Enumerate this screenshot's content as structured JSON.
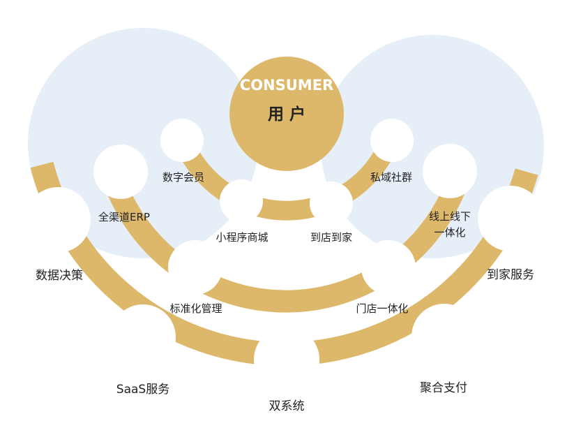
{
  "colors": {
    "background": "#ffffff",
    "bubble": "#e6eef8",
    "gold": "#ddb86a",
    "circle": "#ffffff",
    "text": "#222222",
    "center_text": "#ffffff"
  },
  "center": {
    "label_en": "CONSUMER",
    "label_zh": "用 户"
  },
  "nodes": {
    "shuju": "数据决策",
    "saas": "SaaS服务",
    "shuang": "双系统",
    "juhe": "聚合支付",
    "daojiafuwu": "到家服务",
    "erp": "全渠道ERP",
    "biaozhun": "标准化管理",
    "mendian": "门店一体化",
    "xianshang_1": "线上线下",
    "xianshang_2": "一体化",
    "huiyuan": "数字会员",
    "xiaochengxu": "小程序商城",
    "daodian": "到店到家",
    "sishe": "私域社群"
  }
}
